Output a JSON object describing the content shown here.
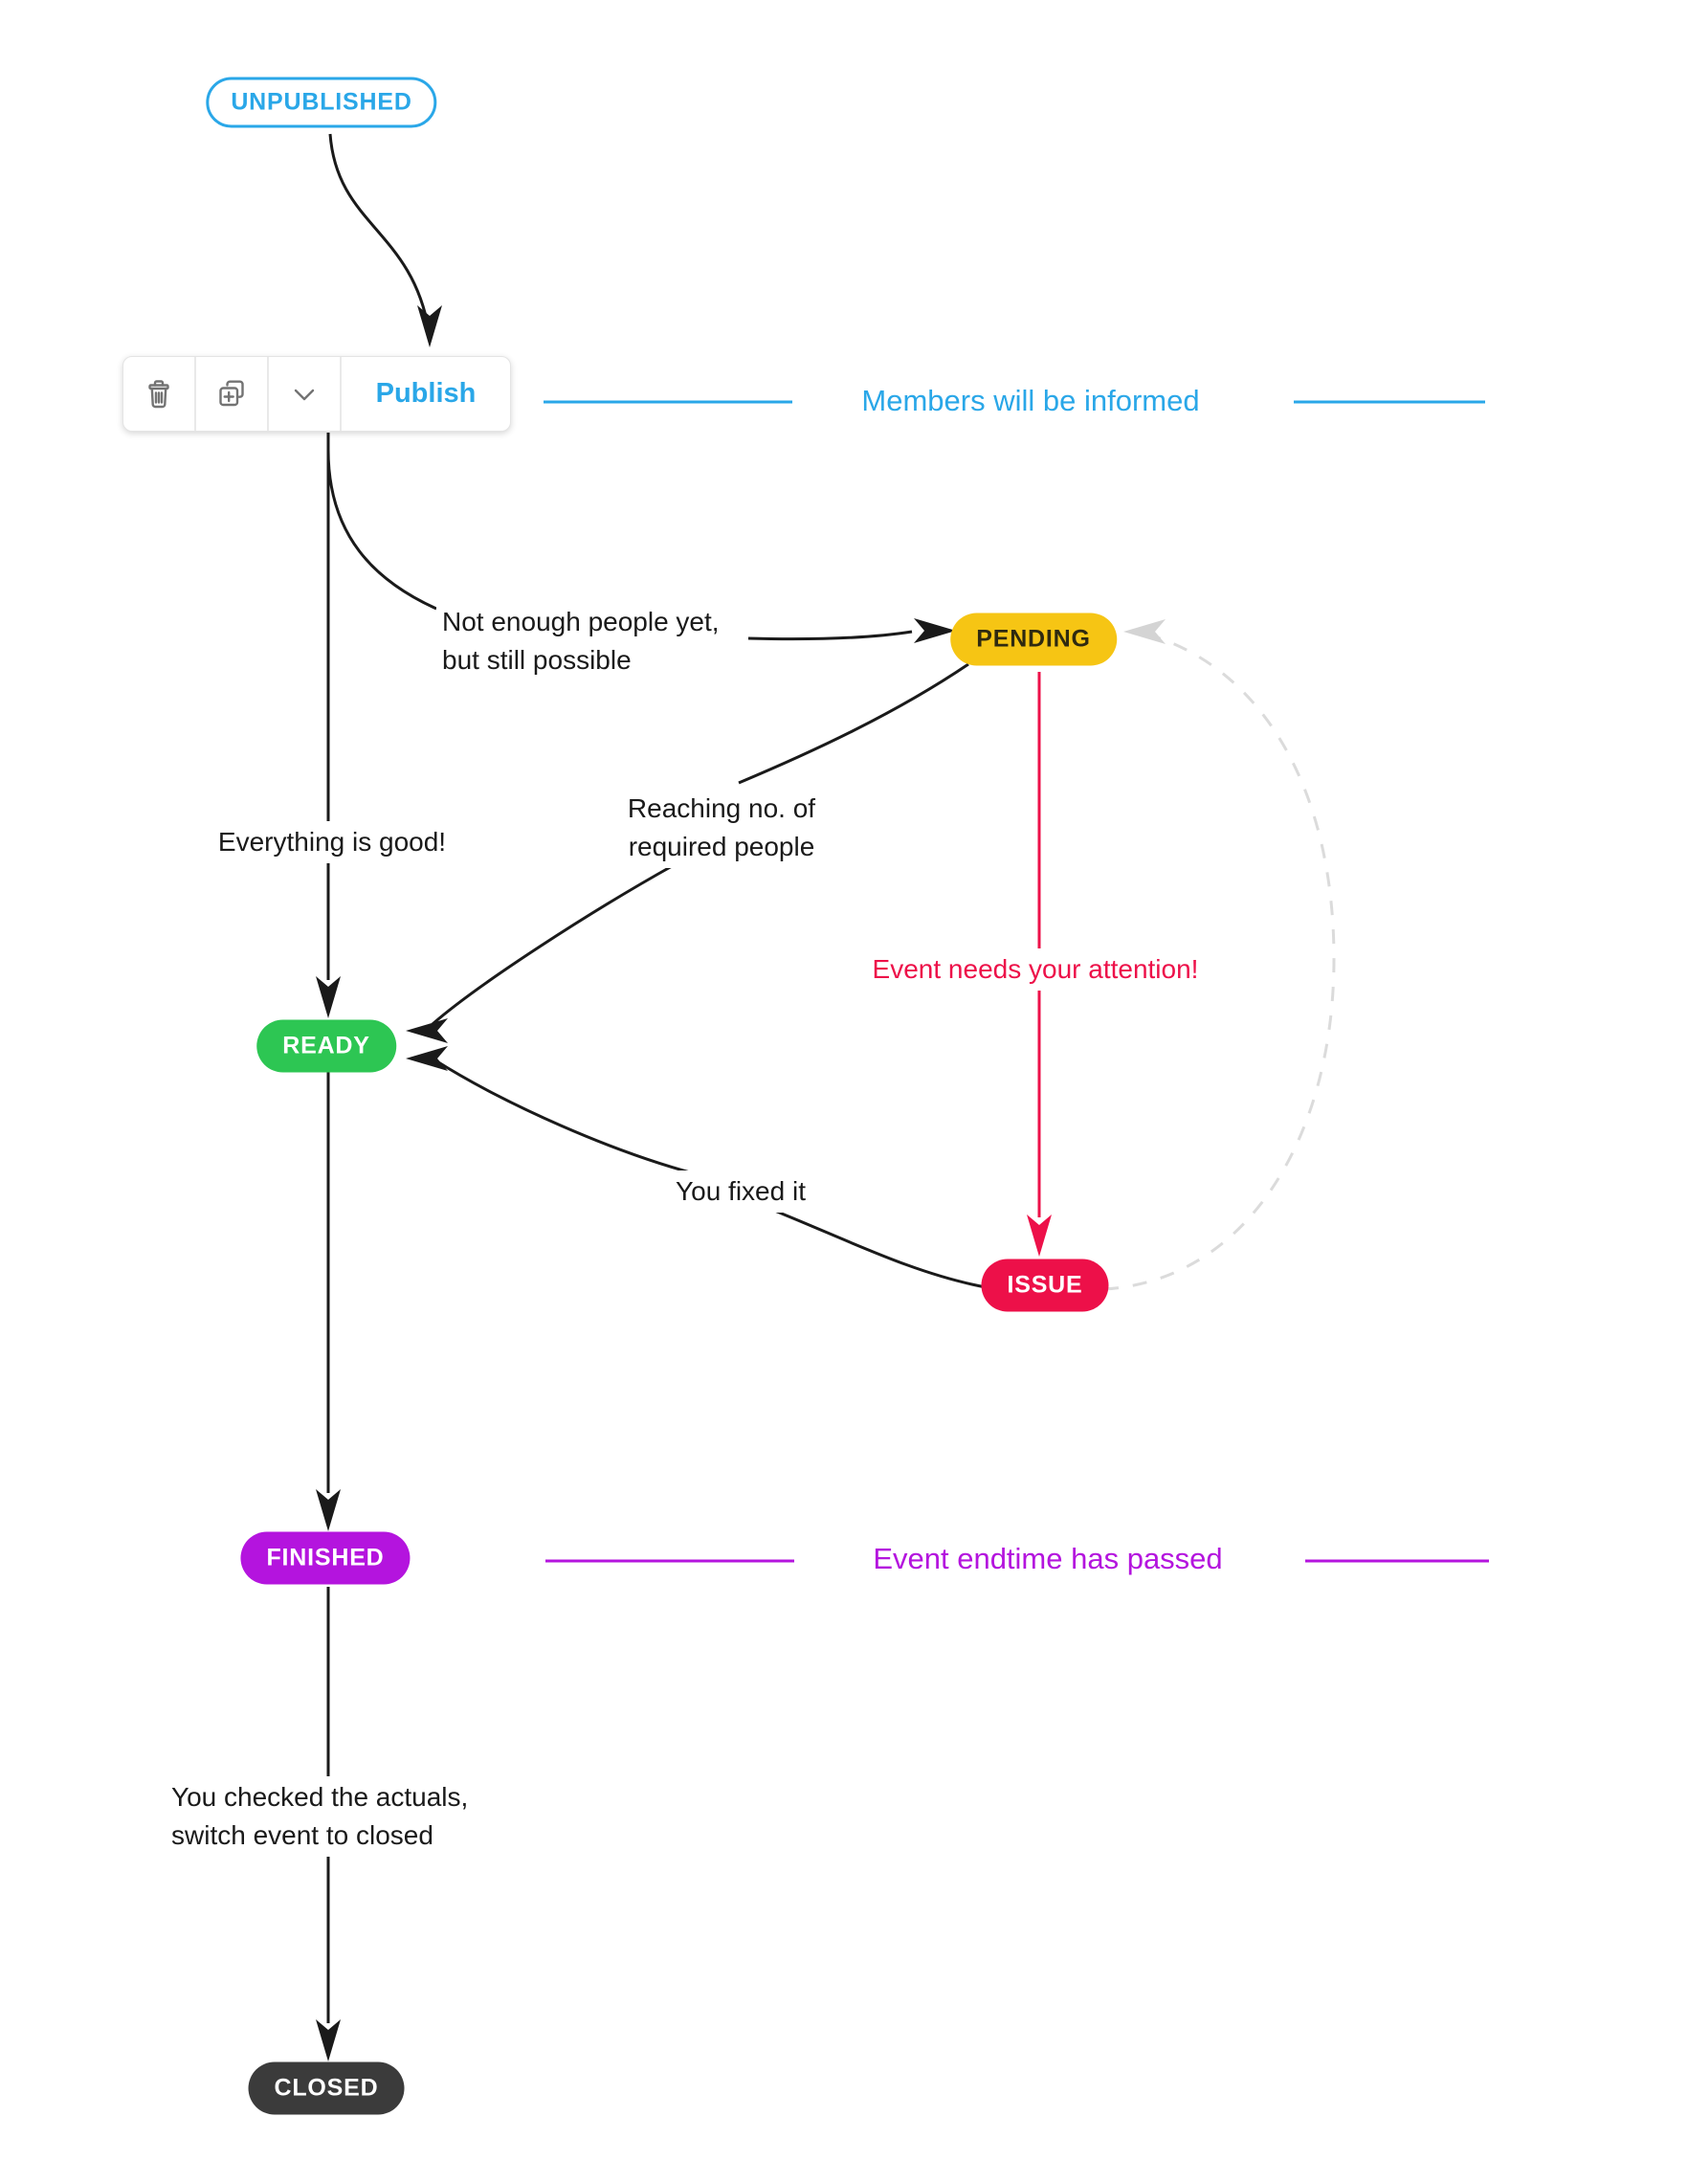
{
  "diagram_title": "event-state-flow",
  "colors": {
    "blue": "#2AA7E8",
    "yellow": "#F6C514",
    "green": "#2DC653",
    "red": "#ED1049",
    "purple": "#B414DE",
    "dark": "#3B3B3B",
    "dashed_gray": "#DBDBDB",
    "edge_black": "#1a1a1a"
  },
  "nodes": {
    "unpublished": {
      "label": "UNPUBLISHED",
      "color": "#2AA7E8"
    },
    "pending": {
      "label": "PENDING",
      "color": "#F6C514"
    },
    "ready": {
      "label": "READY",
      "color": "#2DC653"
    },
    "issue": {
      "label": "ISSUE",
      "color": "#ED1049"
    },
    "finished": {
      "label": "FINISHED",
      "color": "#B414DE"
    },
    "closed": {
      "label": "CLOSED",
      "color": "#3B3B3B"
    }
  },
  "toolbar": {
    "publish_label": "Publish",
    "icons": [
      "trash-icon",
      "duplicate-icon",
      "chevron-down-icon"
    ]
  },
  "annotations": {
    "members_informed": "Members will be informed",
    "endtime_passed": "Event endtime has passed",
    "not_enough_line1": "Not enough people yet,",
    "not_enough_line2": "but still possible",
    "reaching_line1": "Reaching no. of",
    "reaching_line2": "required people",
    "everything_good": "Everything is good!",
    "needs_attention": "Event needs your attention!",
    "you_fixed_it": "You fixed it",
    "checked_actuals_line1": "You checked the actuals,",
    "checked_actuals_line2": "switch event to closed"
  }
}
